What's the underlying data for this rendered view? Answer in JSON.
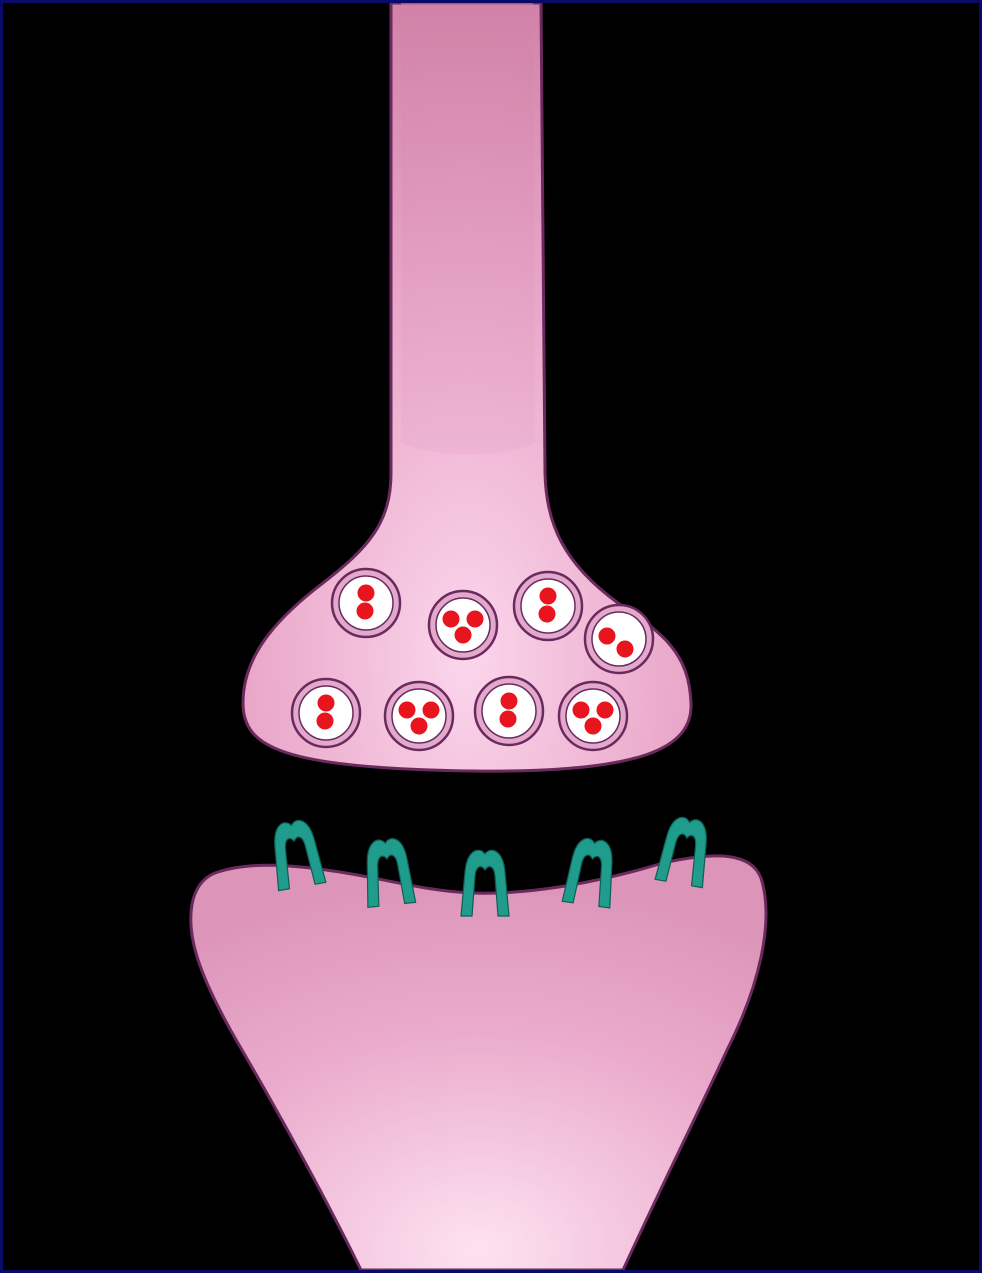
{
  "diagram": {
    "type": "chemical-synapse",
    "background_color": "#000000",
    "frame_color": "#0a0a6b",
    "membrane_color": "#6b2a5e",
    "cytoplasm_light": "#fbd6ec",
    "cytoplasm_dark": "#d07ea6",
    "vesicle_count": 8,
    "neurotransmitter_color": "#e8141e",
    "vesicle_fill": "#ffffff",
    "vesicle_ring": "#e2a9cc",
    "receptor_count": 5,
    "receptor_color": "#1f9c8c",
    "vesicles": [
      {
        "molecules": 2
      },
      {
        "molecules": 3
      },
      {
        "molecules": 2
      },
      {
        "molecules": 2
      },
      {
        "molecules": 2
      },
      {
        "molecules": 3
      },
      {
        "molecules": 2
      },
      {
        "molecules": 3
      }
    ]
  }
}
